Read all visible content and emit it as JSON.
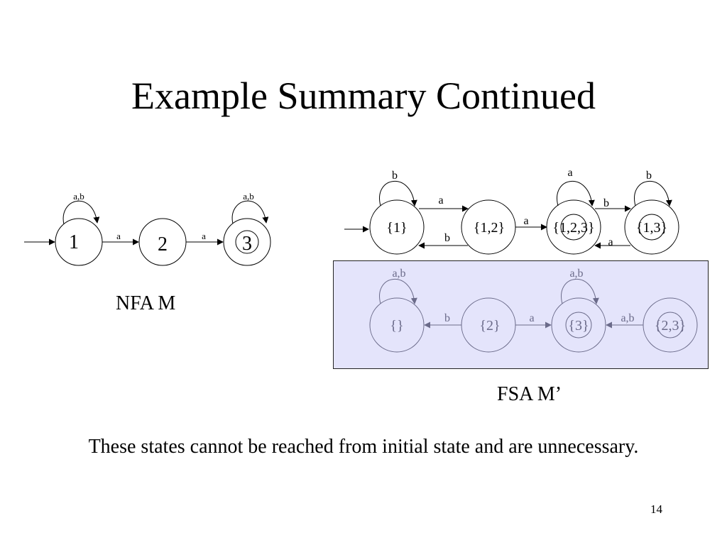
{
  "slide": {
    "title": "Example Summary Continued",
    "nfa_caption": "NFA M",
    "fsa_caption": "FSA M’",
    "note": "These states cannot be reached from initial state and are unnecessary.",
    "page_number": "14"
  },
  "colors": {
    "highlight_fill": "#e4e4fb",
    "reachable_stroke": "#000000",
    "unreachable_stroke": "#6b6b8a",
    "unreachable_text": "#6b6b8a"
  },
  "nfa": {
    "states": [
      {
        "id": "1",
        "label": "1",
        "start": true,
        "accepting": false
      },
      {
        "id": "2",
        "label": "2",
        "start": false,
        "accepting": false
      },
      {
        "id": "3",
        "label": "3",
        "start": false,
        "accepting": true
      }
    ],
    "transitions": [
      {
        "from": "1",
        "to": "1",
        "label": "a,b"
      },
      {
        "from": "1",
        "to": "2",
        "label": "a"
      },
      {
        "from": "2",
        "to": "3",
        "label": "a"
      },
      {
        "from": "3",
        "to": "3",
        "label": "a,b"
      }
    ]
  },
  "fsa": {
    "reachable_states": [
      {
        "id": "s1",
        "label": "{1}",
        "start": true,
        "accepting": false
      },
      {
        "id": "s12",
        "label": "{1,2}",
        "start": false,
        "accepting": false
      },
      {
        "id": "s123",
        "label": "{1,2,3}",
        "start": false,
        "accepting": true
      },
      {
        "id": "s13",
        "label": "{1,3}",
        "start": false,
        "accepting": true
      }
    ],
    "unreachable_states": [
      {
        "id": "empty",
        "label": "{}",
        "accepting": false
      },
      {
        "id": "s2",
        "label": "{2}",
        "accepting": false
      },
      {
        "id": "s3",
        "label": "{3}",
        "accepting": true
      },
      {
        "id": "s23",
        "label": "{2,3}",
        "accepting": true
      }
    ],
    "transitions": [
      {
        "from": "{1}",
        "to": "{1}",
        "label": "b"
      },
      {
        "from": "{1}",
        "to": "{1,2}",
        "label": "a"
      },
      {
        "from": "{1,2}",
        "to": "{1}",
        "label": "b"
      },
      {
        "from": "{1,2}",
        "to": "{1,2,3}",
        "label": "a"
      },
      {
        "from": "{1,2,3}",
        "to": "{1,2,3}",
        "label": "a"
      },
      {
        "from": "{1,2,3}",
        "to": "{1,3}",
        "label": "b"
      },
      {
        "from": "{1,3}",
        "to": "{1,3}",
        "label": "b"
      },
      {
        "from": "{1,3}",
        "to": "{1,2,3}",
        "label": "a"
      },
      {
        "from": "{}",
        "to": "{}",
        "label": "a,b"
      },
      {
        "from": "{2}",
        "to": "{}",
        "label": "b"
      },
      {
        "from": "{2}",
        "to": "{3}",
        "label": "a"
      },
      {
        "from": "{3}",
        "to": "{3}",
        "label": "a,b"
      },
      {
        "from": "{2,3}",
        "to": "{3}",
        "label": "a,b"
      }
    ]
  }
}
